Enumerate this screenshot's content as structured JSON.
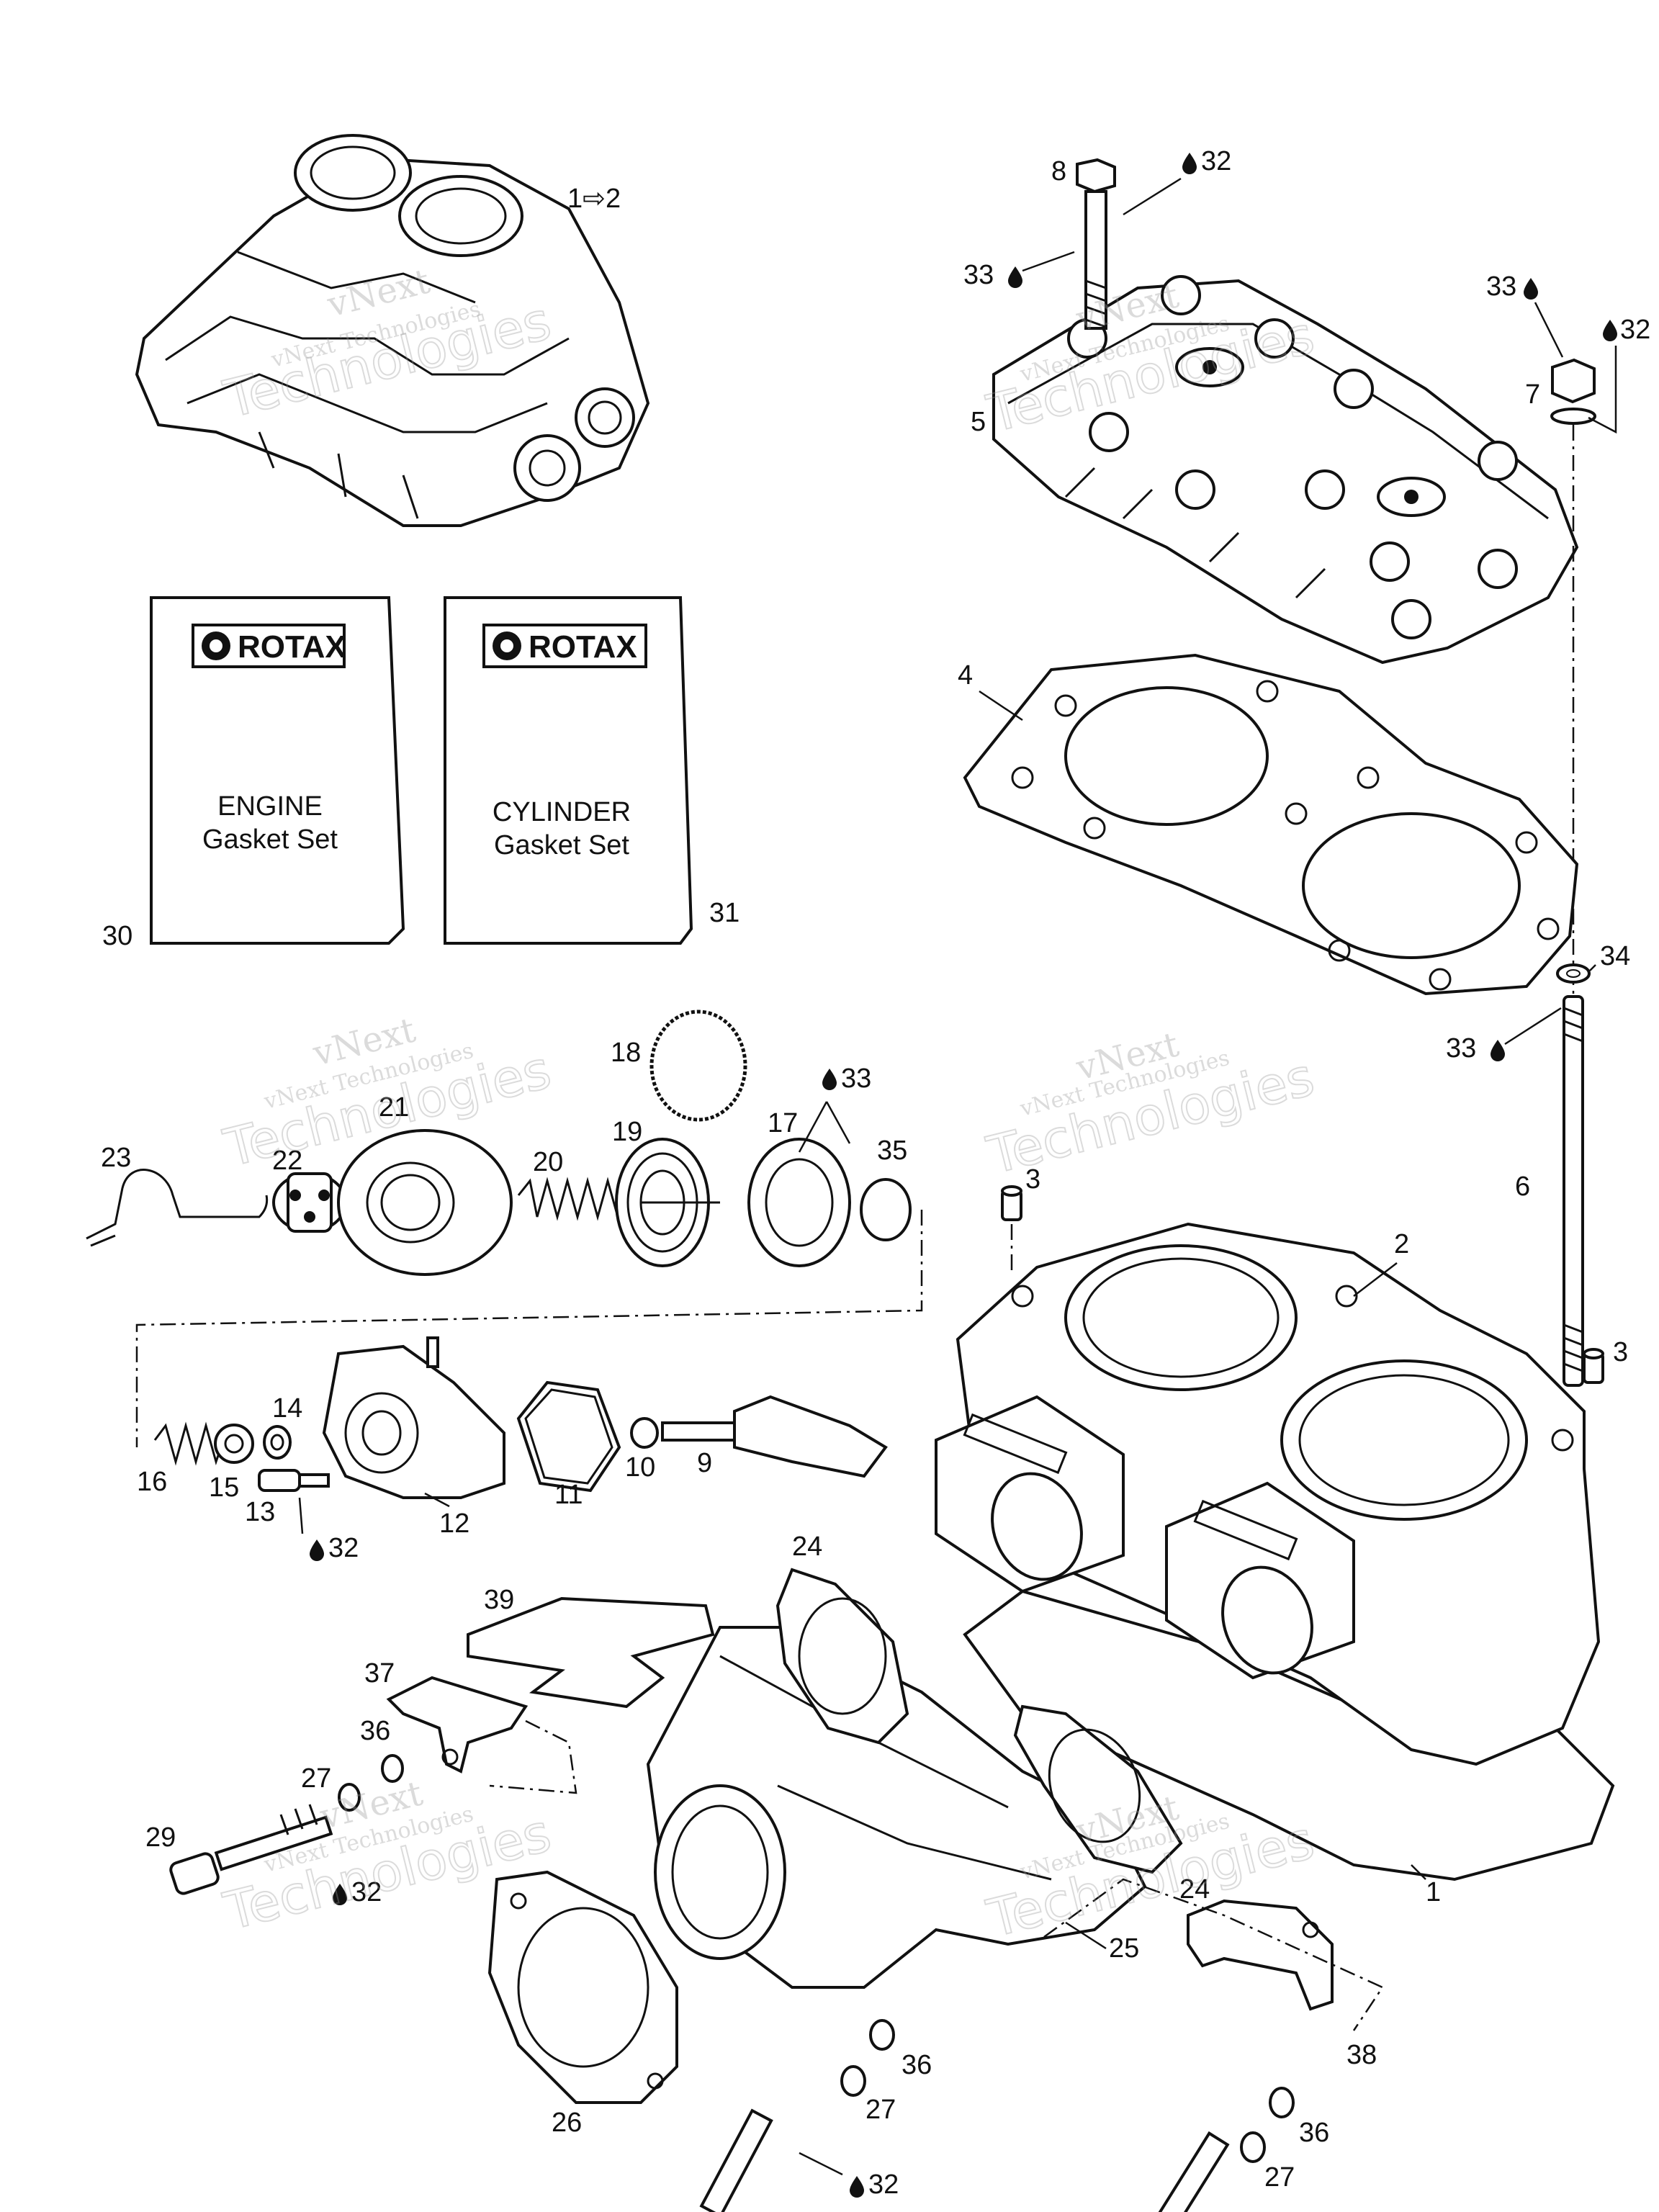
{
  "watermark": {
    "brand": "vNext",
    "line1": "vNext Technologies",
    "line2": "Technologies"
  },
  "kits": [
    {
      "brand": "ROTAX",
      "line1": "ENGINE",
      "line2": "Gasket Set",
      "ref": "30"
    },
    {
      "brand": "ROTAX",
      "line1": "CYLINDER",
      "line2": "Gasket Set",
      "ref": "31"
    }
  ],
  "callouts": {
    "c1_2": "1⇨2",
    "c1": "1",
    "c2": "2",
    "c3a": "3",
    "c3b": "3",
    "c4": "4",
    "c5": "5",
    "c6": "6",
    "c7": "7",
    "c8": "8",
    "c9": "9",
    "c10": "10",
    "c11": "11",
    "c12": "12",
    "c13": "13",
    "c14": "14",
    "c15": "15",
    "c16": "16",
    "c17": "17",
    "c18": "18",
    "c19": "19",
    "c20": "20",
    "c21": "21",
    "c22": "22",
    "c23": "23",
    "c24a": "24",
    "c24b": "24",
    "c25": "25",
    "c26": "26",
    "c27a": "27",
    "c27b": "27",
    "c27c": "27",
    "c29": "29",
    "c32a": "32",
    "c32b": "32",
    "c32c": "32",
    "c32d": "32",
    "c32e": "32",
    "c33a": "33",
    "c33b": "33",
    "c33c": "33",
    "c33d": "33",
    "c34": "34",
    "c35": "35",
    "c36a": "36",
    "c36b": "36",
    "c36c": "36",
    "c37": "37",
    "c38": "38",
    "c39": "39"
  }
}
